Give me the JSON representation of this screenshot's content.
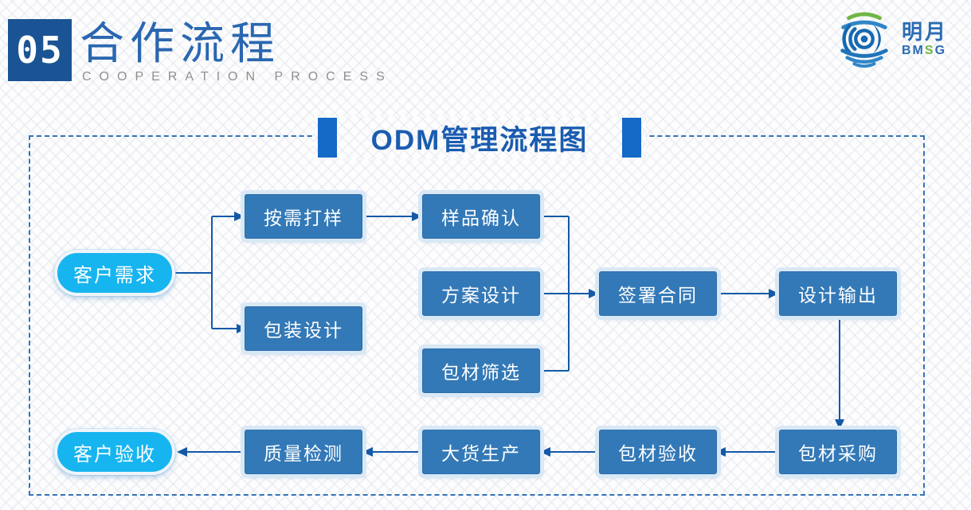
{
  "header": {
    "section_number": "05",
    "title_cn": "合作流程",
    "title_en": "COOPERATION PROCESS"
  },
  "logo": {
    "name_cn": "明月",
    "name_en_bm": "BM",
    "name_en_s": "S",
    "name_en_g": "G"
  },
  "diagram": {
    "title": "ODM管理流程图",
    "nodes": {
      "customer_demand": "客户需求",
      "sample_on_demand": "按需打样",
      "sample_confirm": "样品确认",
      "package_design": "包装设计",
      "scheme_design": "方案设计",
      "material_screening": "包材筛选",
      "sign_contract": "签署合同",
      "design_output": "设计输出",
      "material_purchase": "包材采购",
      "material_inspection": "包材验收",
      "mass_production": "大货生产",
      "quality_inspection": "质量检测",
      "customer_acceptance": "客户验收"
    },
    "colors": {
      "node_fill": "#3379b7",
      "pill_fill": "#17b5f0",
      "connector": "#1459a8",
      "accent_bar": "#1569c7",
      "dashed_border": "#3473b5"
    }
  }
}
